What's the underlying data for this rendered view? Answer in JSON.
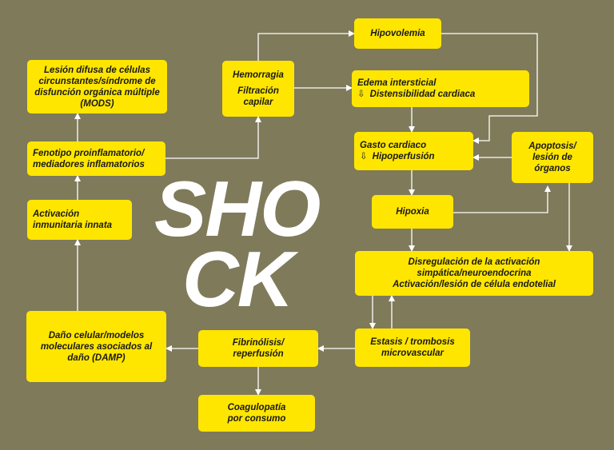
{
  "title_line1": "SHO",
  "title_line2": "CK",
  "nodes": {
    "lesion": "Lesión difusa de células circunstantes/síndrome de disfunción orgánica múltiple (MODS)",
    "fenotipo": "Fenotipo proinflamatorio/ mediadores inflamatorios",
    "activacion": "Activación inmunitaria innata",
    "dano": "Daño celular/modelos moleculares asociados al daño (DAMP)",
    "hemorragia": "Hemorragia",
    "filtracion": "Filtración capilar",
    "hipovolemia": "Hipovolemia",
    "edema_line1": "Edema intersticial",
    "edema_line2": "Distensibilidad cardiaca",
    "gasto_line1": "Gasto cardiaco",
    "gasto_line2": "Hipoperfusión",
    "apoptosis": "Apoptosis/ lesión de órganos",
    "hipoxia": "Hipoxia",
    "disreg_line1": "Disregulación de la activación simpática/neuroendocrina",
    "disreg_line2": "Activación/lesión de célula endotelial",
    "estasis": "Estasis / trombosis microvascular",
    "fibrinolisis": "Fibrinólisis/ reperfusión",
    "coagulopatia": "Coagulopatía por consumo"
  },
  "down_glyph": "⇩",
  "colors": {
    "background": "#7f7a5a",
    "node": "#ffe600",
    "edge": "#ffffff"
  }
}
